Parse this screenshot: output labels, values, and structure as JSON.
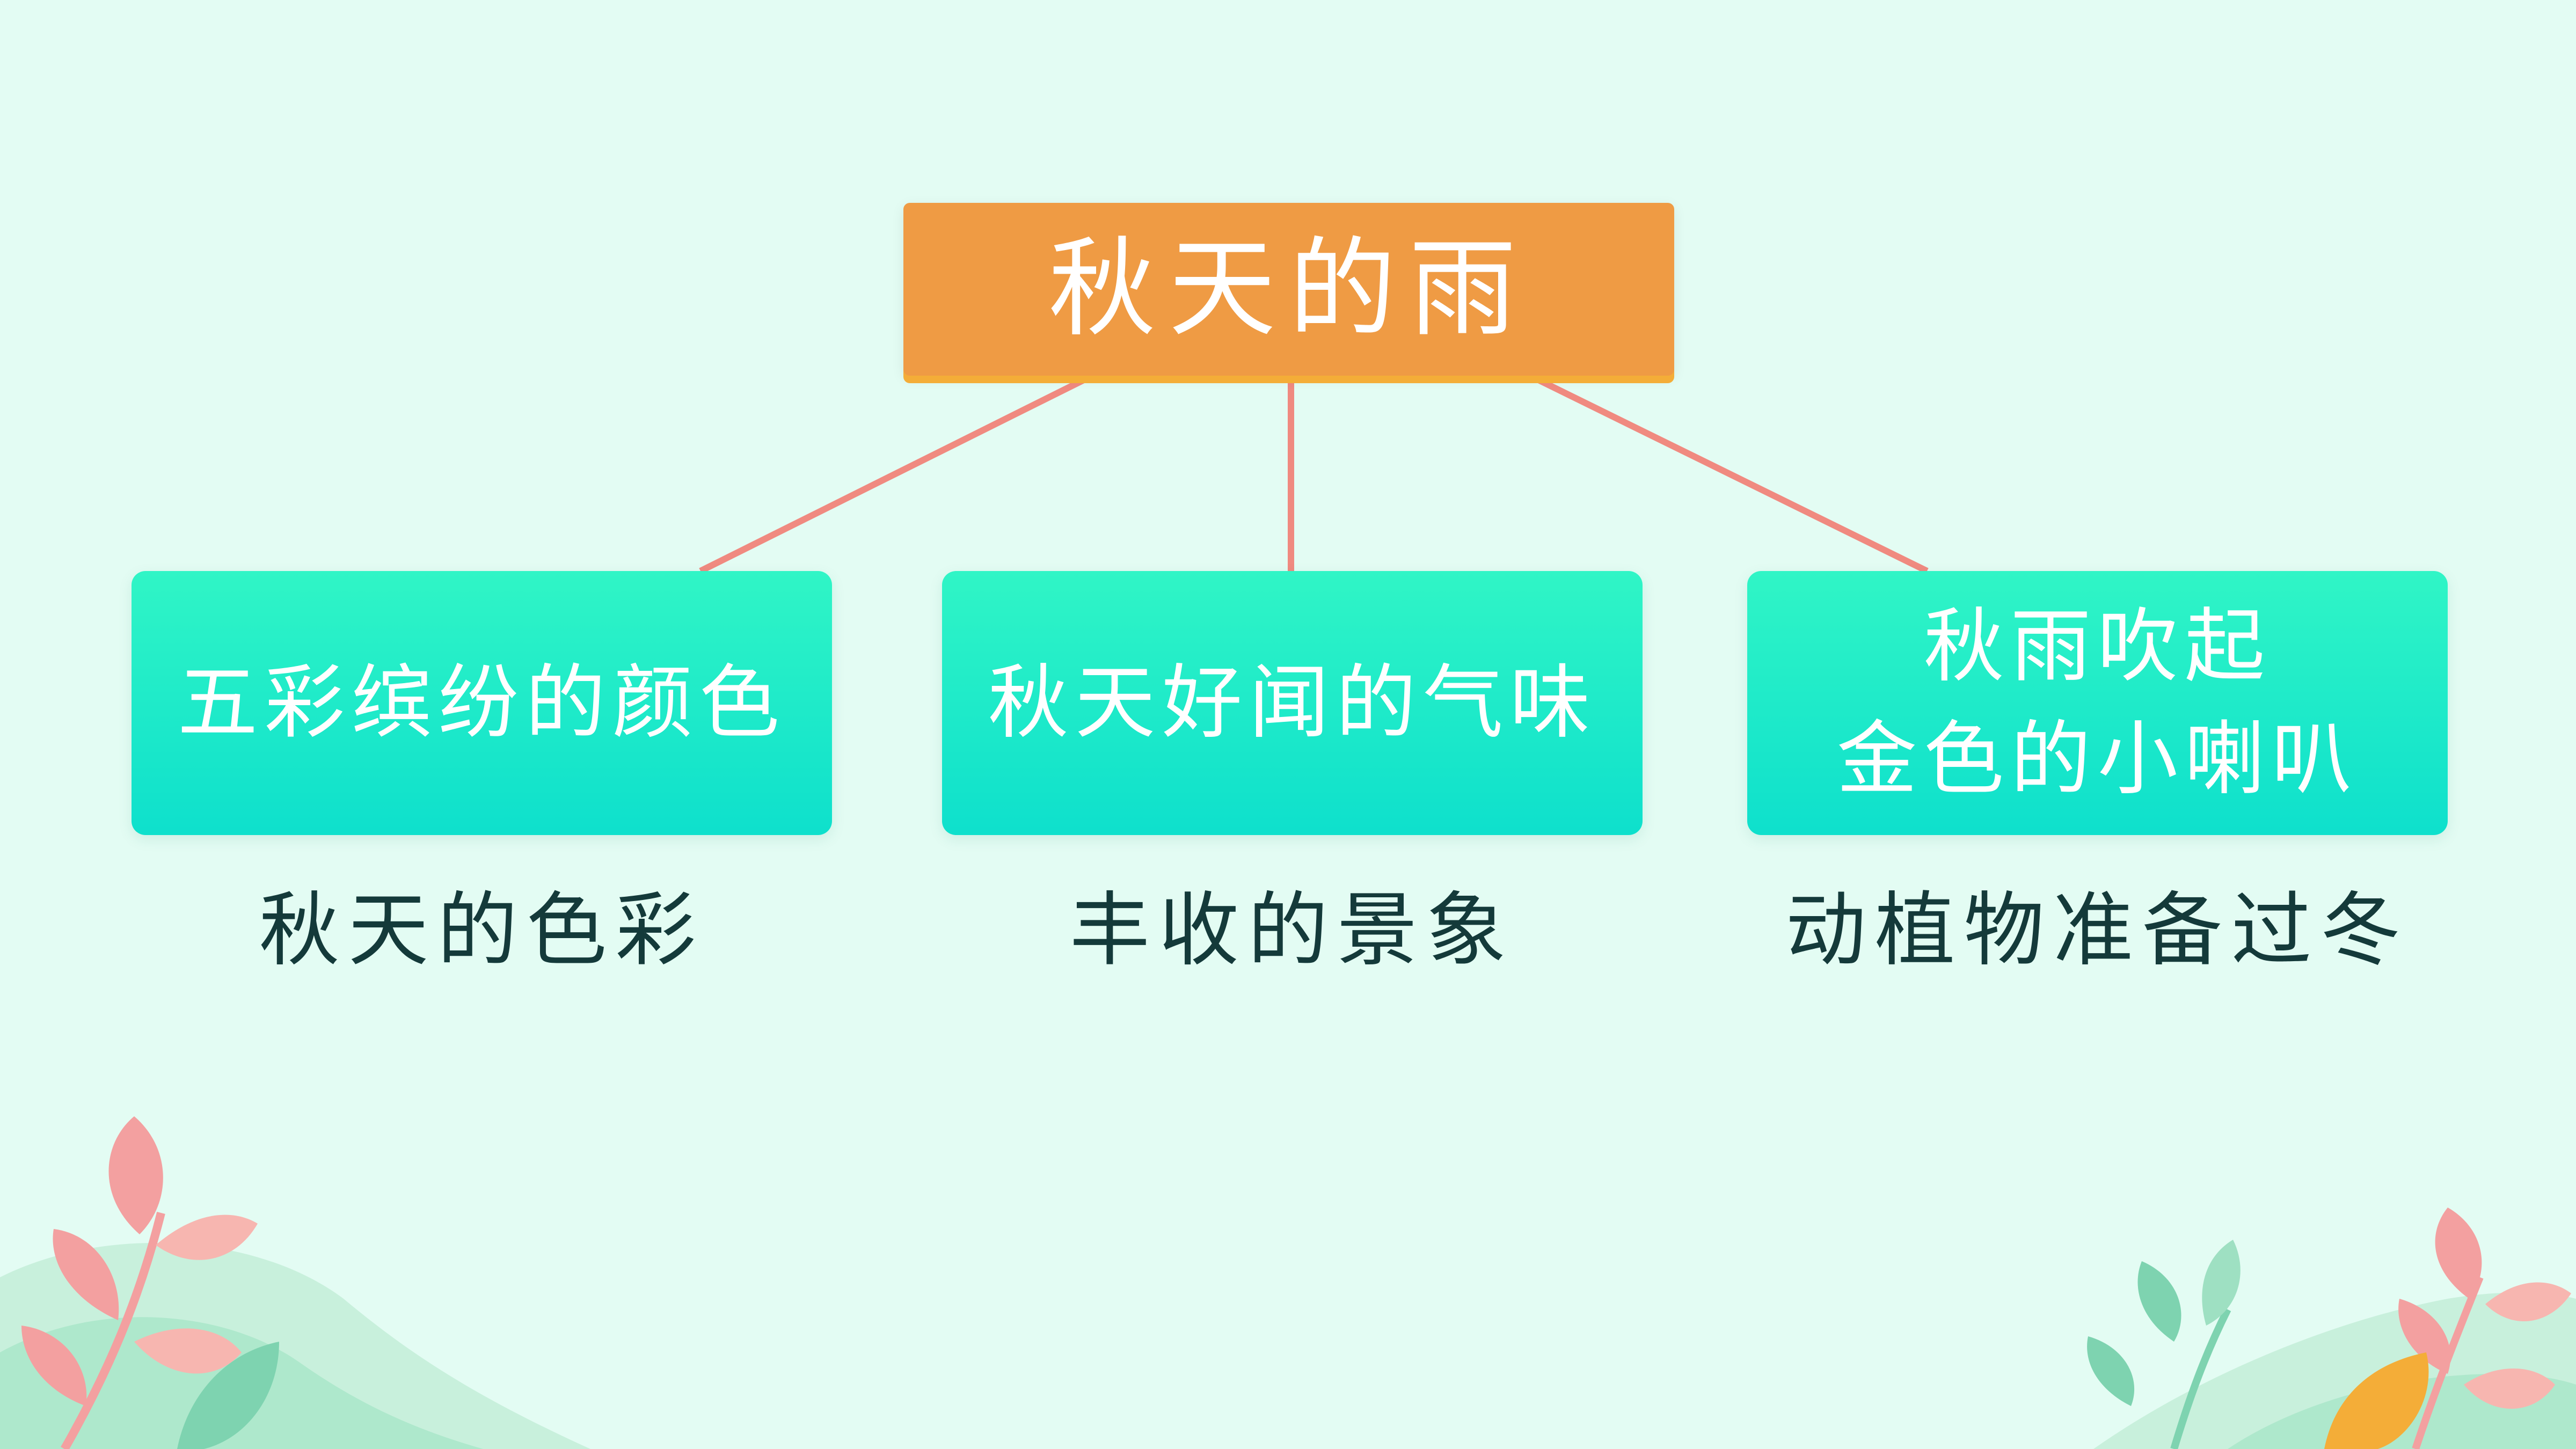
{
  "diagram": {
    "root": {
      "label": "秋天的雨"
    },
    "branches": [
      {
        "label_lines": [
          "五彩缤纷的颜色"
        ],
        "caption": "秋天的色彩"
      },
      {
        "label_lines": [
          "秋天好闻的气味"
        ],
        "caption": "丰收的景象"
      },
      {
        "label_lines": [
          "秋雨吹起",
          "金色的小喇叭"
        ],
        "caption": "动植物准备过冬"
      }
    ]
  },
  "colors": {
    "background": "#e3fcf3",
    "root_fill": "#ef9b44",
    "branch_fill_top": "#30f5c6",
    "branch_fill_bottom": "#0ee0cc",
    "connector": "#f08a80",
    "caption_text": "#143a3a",
    "leaf_pink": "#f3a0a0",
    "leaf_green": "#7ed3b0",
    "hill_green": "#aee8cc",
    "leaf_orange": "#f4ad38"
  }
}
